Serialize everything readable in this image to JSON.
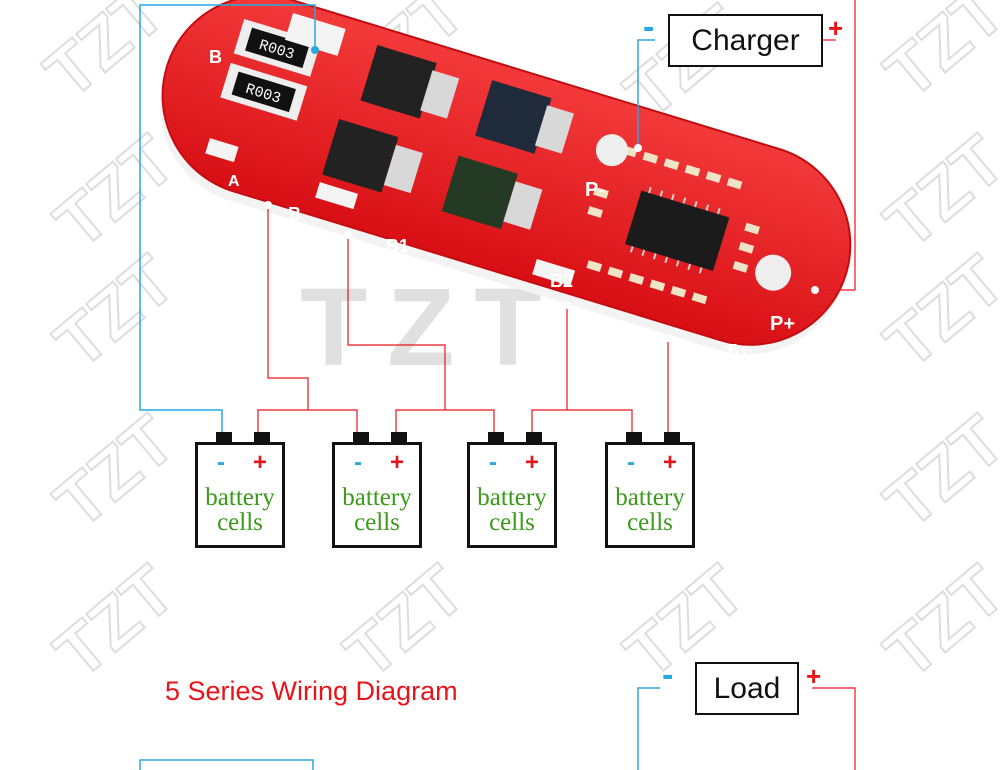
{
  "labels": {
    "charger": "Charger",
    "load": "Load",
    "minus": "-",
    "plus": "+",
    "title": "5 Series Wiring Diagram"
  },
  "board": {
    "pads": [
      "B",
      "A",
      "B",
      "B1",
      "B2",
      "P-",
      "P+",
      "B+"
    ],
    "resistor_code": "R003"
  },
  "watermark": "TZT",
  "batteries": [
    {
      "minus": "-",
      "plus": "+",
      "line1": "battery",
      "line2": "cells"
    },
    {
      "minus": "-",
      "plus": "+",
      "line1": "battery",
      "line2": "cells"
    },
    {
      "minus": "-",
      "plus": "+",
      "line1": "battery",
      "line2": "cells"
    },
    {
      "minus": "-",
      "plus": "+",
      "line1": "battery",
      "line2": "cells"
    }
  ],
  "colors": {
    "pcb": "#e8141a",
    "wire_red": "#e8141a",
    "wire_blue": "#29a8e0",
    "battery_text": "#3a9a1a",
    "watermark": "#dddddd"
  }
}
